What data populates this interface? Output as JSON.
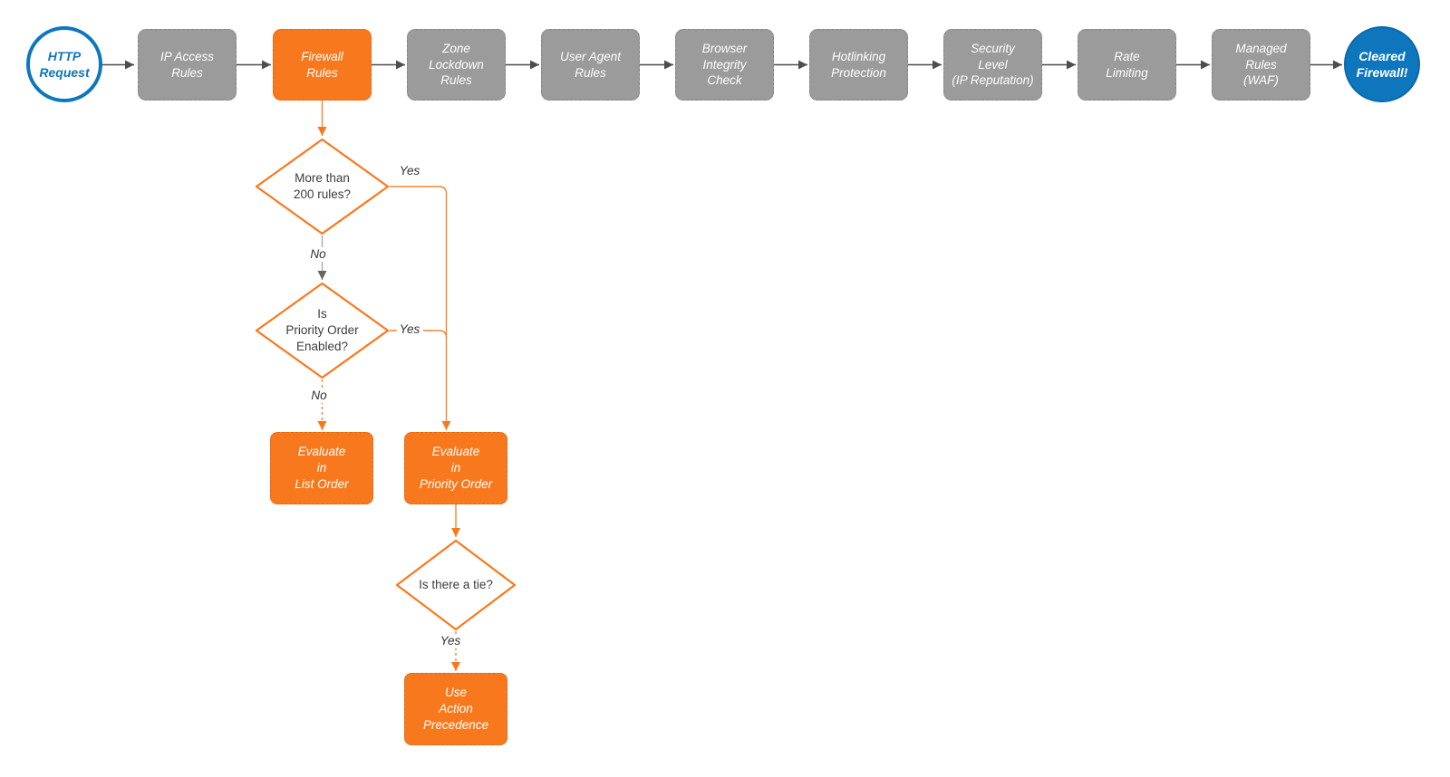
{
  "diagram": {
    "title": "HTTP request firewall evaluation flow",
    "pipeline": {
      "start": {
        "label": "HTTP\nRequest"
      },
      "steps": [
        {
          "label": "IP Access\nRules"
        },
        {
          "label": "Firewall\nRules"
        },
        {
          "label": "Zone\nLockdown\nRules"
        },
        {
          "label": "User Agent\nRules"
        },
        {
          "label": "Browser\nIntegrity\nCheck"
        },
        {
          "label": "Hotlinking\nProtection"
        },
        {
          "label": "Security\nLevel\n(IP Reputation)"
        },
        {
          "label": "Rate\nLimiting"
        },
        {
          "label": "Managed\nRules\n(WAF)"
        }
      ],
      "end": {
        "label": "Cleared\nFirewall!"
      }
    },
    "branch": {
      "decisions": [
        {
          "label": "More than\n200 rules?",
          "yes_label": "Yes",
          "no_label": "No"
        },
        {
          "label": "Is\nPriority Order\nEnabled?",
          "yes_label": "Yes",
          "no_label": "No"
        },
        {
          "label": "Is there a tie?",
          "yes_label": "Yes"
        }
      ],
      "outcomes": [
        {
          "label": "Evaluate\nin\nList Order"
        },
        {
          "label": "Evaluate\nin\nPriority Order"
        },
        {
          "label": "Use\nAction\nPrecedence"
        }
      ]
    },
    "colors": {
      "accent_orange": "#F8791D",
      "step_gray": "#9B9B9B",
      "brand_blue": "#0E76BC",
      "connector_dark": "#4D4D4D",
      "decision_text": "#3D3D3D",
      "node_text": "#FFFFFF"
    }
  }
}
